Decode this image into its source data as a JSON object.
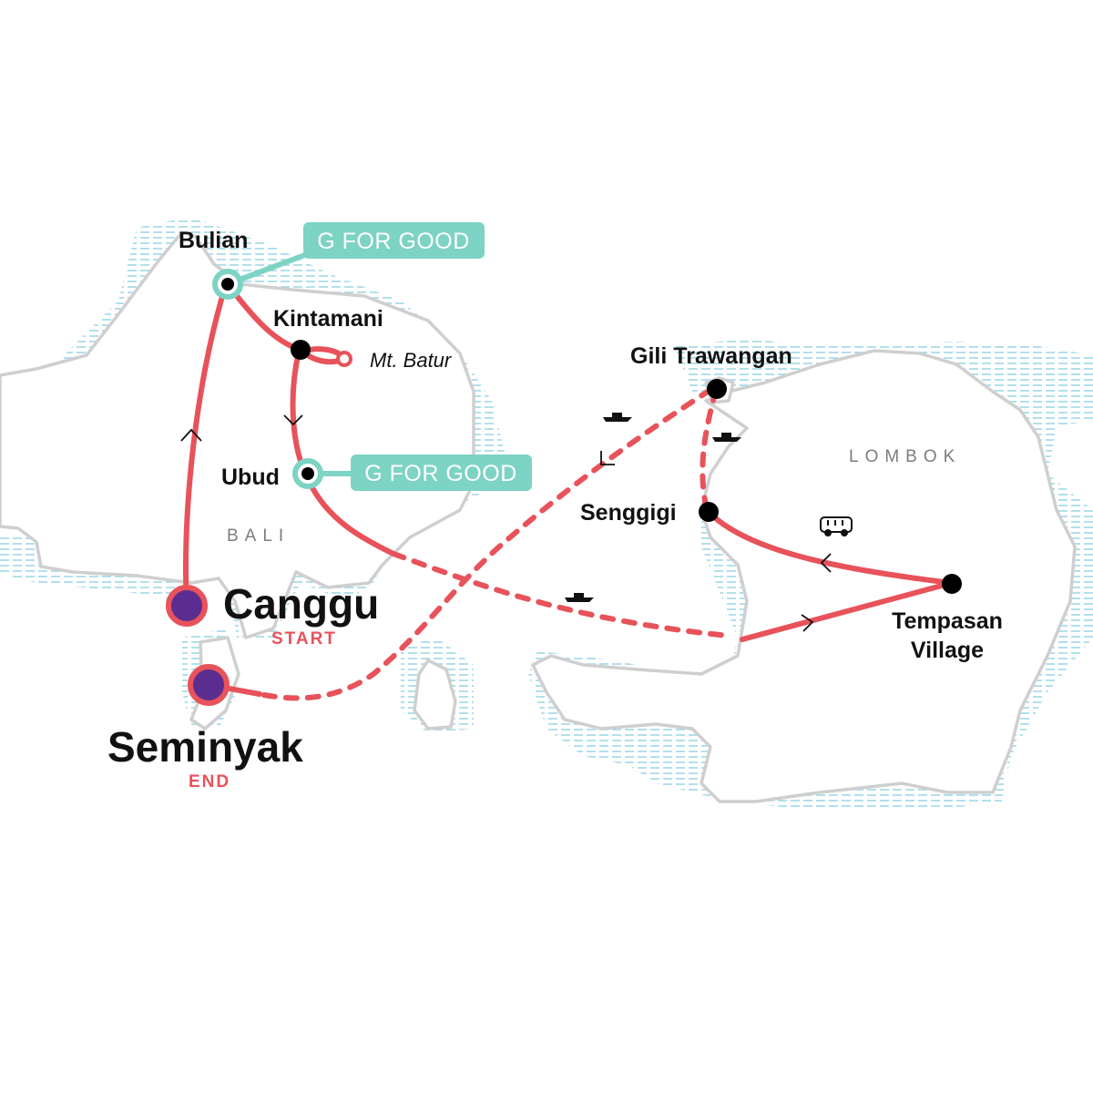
{
  "colors": {
    "route": "#e8525a",
    "gforgood": "#7dd3c4",
    "coast_hatch": "#9fd9e6",
    "land_outline": "#cfcfcf",
    "stop_dot": "#000000",
    "endpoint_fill": "#5b2d91",
    "region_label": "#7d7d7d"
  },
  "regions": {
    "bali": "BALI",
    "lombok": "LOMBOK"
  },
  "places": {
    "bulian": "Bulian",
    "kintamani": "Kintamani",
    "mt_batur": "Mt. Batur",
    "ubud": "Ubud",
    "canggu": "Canggu",
    "seminyak": "Seminyak",
    "gili_trawangan": "Gili Trawangan",
    "senggigi": "Senggigi",
    "tempasan_line1": "Tempasan",
    "tempasan_line2": "Village"
  },
  "markers": {
    "start": "START",
    "end": "END"
  },
  "badges": {
    "bulian": "G FOR GOOD",
    "ubud": "G FOR GOOD"
  },
  "icons": {
    "ferry": "boat-icon",
    "bus": "bus-icon",
    "direction": "chevron-arrow-icon"
  }
}
